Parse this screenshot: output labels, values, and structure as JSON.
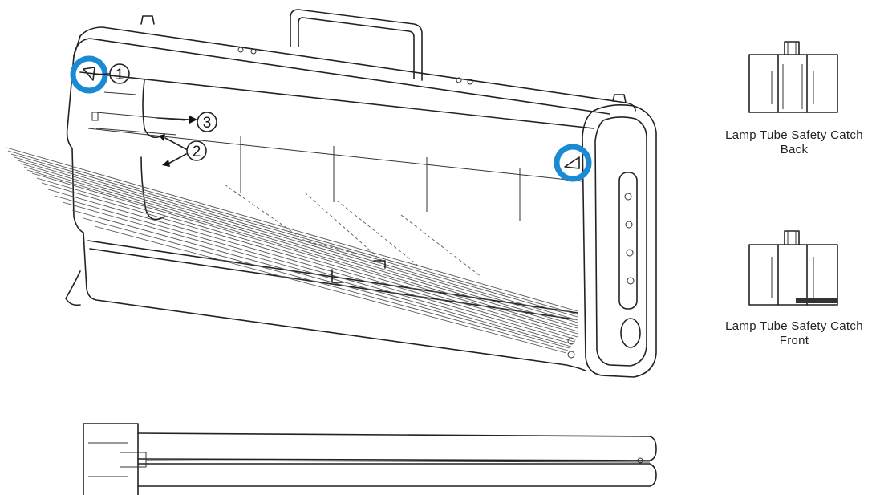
{
  "captions": {
    "back_line1": "Lamp Tube Safety Catch",
    "back_line2": "Back",
    "front_line1": "Lamp Tube Safety Catch",
    "front_line2": "Front"
  },
  "step_markers": {
    "step1": "1",
    "step2": "2",
    "step3": "3"
  },
  "colors": {
    "highlight": "#1a8ad4",
    "line": "#222222"
  }
}
